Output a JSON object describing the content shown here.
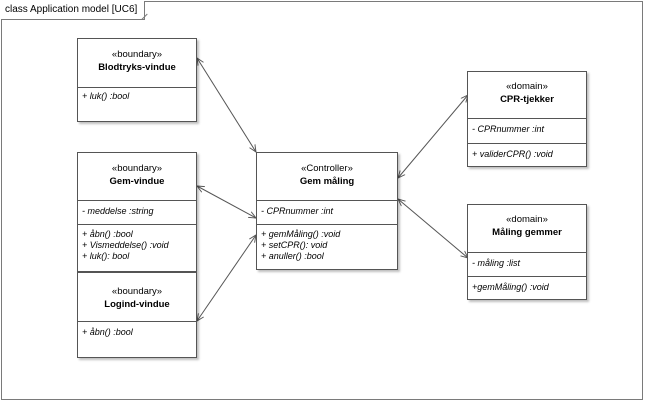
{
  "frame": {
    "title": "class Application model [UC6]"
  },
  "classes": {
    "blodtryk": {
      "stereotype": "«boundary»",
      "name": "Blodtryks-vindue",
      "operations": [
        "+ luk() :bool"
      ]
    },
    "gem": {
      "stereotype": "«boundary»",
      "name": "Gem-vindue",
      "attributes": [
        "- meddelse :string"
      ],
      "operations": [
        "+ åbn() :bool",
        "+ Vismeddelse() :void",
        "+ luk(): bool"
      ]
    },
    "logind": {
      "stereotype": "«boundary»",
      "name": "Logind-vindue",
      "operations": [
        "+ åbn() :bool"
      ]
    },
    "controller": {
      "stereotype": "«Controller»",
      "name": "Gem måling",
      "attributes": [
        "- CPRnummer :int"
      ],
      "operations": [
        "+ gemMåling() :void",
        "+ setCPR(): void",
        "+ anuller() :bool"
      ]
    },
    "cpr": {
      "stereotype": "«domain»",
      "name": "CPR-tjekker",
      "attributes": [
        "- CPRnummer :int"
      ],
      "operations": [
        "+ validerCPR() :void"
      ]
    },
    "maaling": {
      "stereotype": "«domain»",
      "name": "Måling gemmer",
      "attributes": [
        "- måling :list"
      ],
      "operations": [
        "+gemMåling() :void"
      ]
    }
  },
  "colors": {
    "line": "#555555",
    "border": "#555555",
    "frame": "#7a7a7a"
  }
}
